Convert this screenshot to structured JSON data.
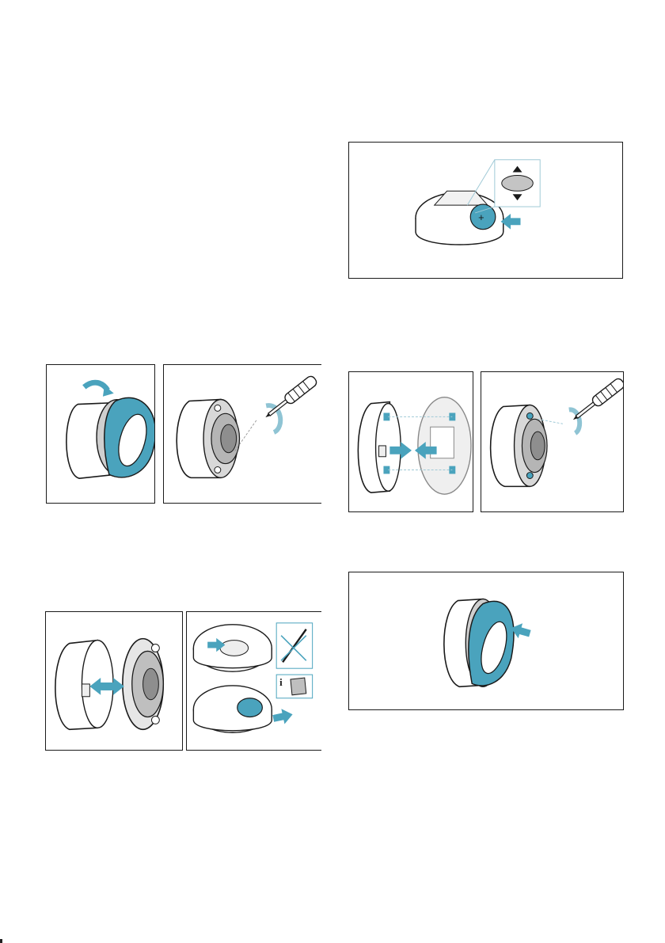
{
  "page": {
    "title": "",
    "accent_color": "#4aa3bd",
    "line_color": "#1a1a1a",
    "gray_fill": "#c9c9c9"
  },
  "figures": [
    {
      "id": "a1",
      "caption": "",
      "icon": "turn-cover-icon"
    },
    {
      "id": "a2",
      "caption": "",
      "icon": "screwdriver-icon"
    },
    {
      "id": "b1",
      "caption": "",
      "icon": "separate-parts-icon"
    },
    {
      "id": "b2",
      "caption": "",
      "icon": "remove-battery-icon"
    },
    {
      "id": "c1",
      "caption": "",
      "icon": "insert-battery-icon"
    },
    {
      "id": "d1",
      "caption": "",
      "icon": "join-parts-icon"
    },
    {
      "id": "d2",
      "caption": "",
      "icon": "screwdriver-icon"
    },
    {
      "id": "e1",
      "caption": "",
      "icon": "attach-cover-icon"
    }
  ],
  "info_box": {
    "letter": "i"
  }
}
